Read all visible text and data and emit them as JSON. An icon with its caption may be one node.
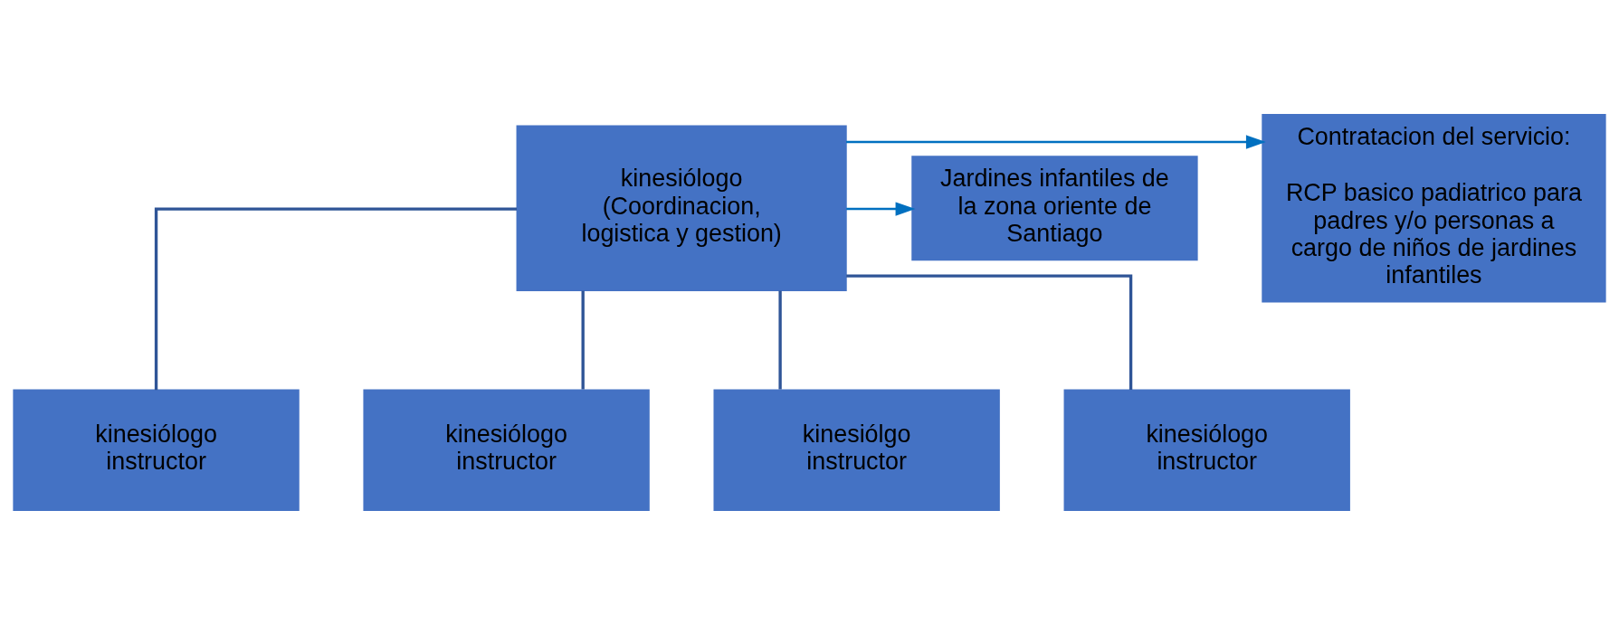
{
  "diagram": {
    "nodes": [
      {
        "text": [
          "kinesiólogo (Coordinacion, logistica y gestion)"
        ]
      },
      {
        "text": [
          "Contratacion del servicio:",
          "RCP basico padiatrico para padres y/o personas a cargo de niños de jardines infantiles"
        ]
      },
      {
        "text": [
          "Jardines infantiles de la zona oriente de Santiago"
        ]
      },
      {
        "text": [
          "kinesiólogo instructor"
        ]
      },
      {
        "text": [
          "kinesiólogo instructor"
        ]
      },
      {
        "text": [
          "kinesiólgo instructor"
        ]
      },
      {
        "text": [
          "kinesiólogo instructor"
        ]
      }
    ],
    "edges": [
      {
        "from": 0,
        "to": 1,
        "arrow": "to",
        "color": "#0070c0"
      },
      {
        "from": 0,
        "to": 2,
        "arrow": "to",
        "color": "#0070c0"
      },
      {
        "from": 0,
        "to": 3,
        "arrow": "none"
      },
      {
        "from": 0,
        "to": 4,
        "arrow": "none"
      },
      {
        "from": 0,
        "to": 5,
        "arrow": "none"
      },
      {
        "from": 0,
        "to": 6,
        "arrow": "none"
      }
    ]
  }
}
